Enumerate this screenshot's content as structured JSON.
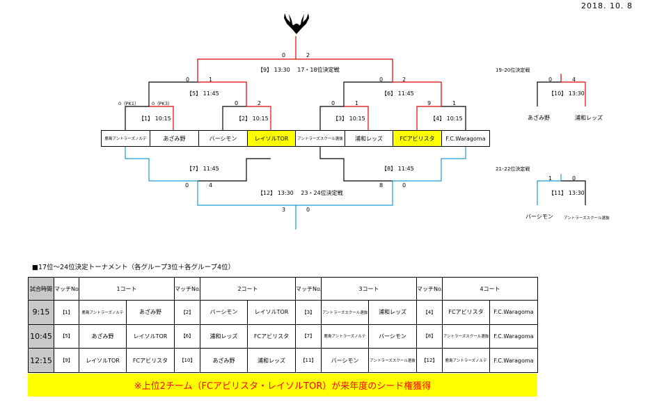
{
  "date": "2018. 10. 8",
  "colors": {
    "win": "#e00000",
    "lose": "#000000",
    "lower": "#1a9ad6",
    "highlight": "#ffff00",
    "notice_text": "#ff0000",
    "time_bg": "#c8c8c8"
  },
  "logo": "antler-emblem-icon",
  "teams": [
    "鹿島アントラーズノルテ",
    "あざみ野",
    "バーシモン",
    "レイソルTOR",
    "アントラーズスクール選抜",
    "浦和レッズ",
    "FCアビリスタ",
    "F.C.Waragoma"
  ],
  "matches": {
    "m1": {
      "label": "【1】 10:15",
      "score_left": "0（PK1）",
      "score_right": "0（PK3）"
    },
    "m2": {
      "label": "【2】 10:15",
      "score_left": "0",
      "score_right": "2"
    },
    "m3": {
      "label": "【3】 10:15",
      "score_left": "0",
      "score_right": "1"
    },
    "m4": {
      "label": "【4】 10:15",
      "score_left": "9",
      "score_right": "1"
    },
    "m5": {
      "label": "【5】 11:45",
      "score_left": "0",
      "score_right": "1"
    },
    "m6": {
      "label": "【6】 11:45",
      "score_left": "0",
      "score_right": "2"
    },
    "m7": {
      "label": "【7】 11:45",
      "score_left": "0",
      "score_right": "4"
    },
    "m8": {
      "label": "【8】 11:45",
      "score_left": "8",
      "score_right": "0"
    },
    "m9": {
      "label": "【9】 13:30　 17・18位決定戦",
      "score_left": "0",
      "score_right": "2"
    },
    "m12": {
      "label": "【12】 13:30　 23・24位決定戦",
      "score_left": "3",
      "score_right": "0"
    },
    "m10": {
      "title": "19･20位決定戦",
      "label": "【10】 13:30",
      "score_left": "0",
      "score_right": "4",
      "team_left": "あざみ野",
      "team_right": "浦和レッズ"
    },
    "m11": {
      "title": "21･22位決定戦",
      "label": "【11】 13:30",
      "score_left": "1",
      "score_right": "0",
      "team_left": "バーシモン",
      "team_right": "アントラーズスクール選抜"
    }
  },
  "section_title": "■17位～24位決定トーナメント（各グループ3位＋各グループ4位）",
  "schedule": {
    "header": {
      "time": "試合時間",
      "match_no": "マッチNo.",
      "courts": [
        "1コート",
        "2コート",
        "3コート",
        "4コート"
      ]
    },
    "rows": [
      {
        "time": "9:15",
        "games": [
          {
            "no": "【1】",
            "home": "鹿島アントラーズノルテ",
            "away": "あざみ野"
          },
          {
            "no": "【2】",
            "home": "バーシモン",
            "away": "レイソルTOR"
          },
          {
            "no": "【3】",
            "home": "アントラーズスクール選抜",
            "away": "浦和レッズ"
          },
          {
            "no": "【4】",
            "home": "FCアビリスタ",
            "away": "F.C.Waragoma"
          }
        ]
      },
      {
        "time": "10:45",
        "games": [
          {
            "no": "【5】",
            "home": "あざみ野",
            "away": "レイソルTOR"
          },
          {
            "no": "【6】",
            "home": "浦和レッズ",
            "away": "FCアビリスタ"
          },
          {
            "no": "【7】",
            "home": "鹿島アントラーズノルテ",
            "away": "バーシモン"
          },
          {
            "no": "【8】",
            "home": "アントラーズスクール選抜",
            "away": "F.C.Waragoma"
          }
        ]
      },
      {
        "time": "12:15",
        "games": [
          {
            "no": "【9】",
            "home": "レイソルTOR",
            "away": "FCアビリスタ"
          },
          {
            "no": "【10】",
            "home": "あざみ野",
            "away": "浦和レッズ"
          },
          {
            "no": "【11】",
            "home": "バーシモン",
            "away": "アントラーズスクール選抜"
          },
          {
            "no": "【12】",
            "home": "鹿島アントラーズノルテ",
            "away": "F.C.Waragoma"
          }
        ]
      }
    ]
  },
  "notice": "※上位2チーム（FCアビリスタ・レイソルTOR）が来年度のシード権獲得"
}
